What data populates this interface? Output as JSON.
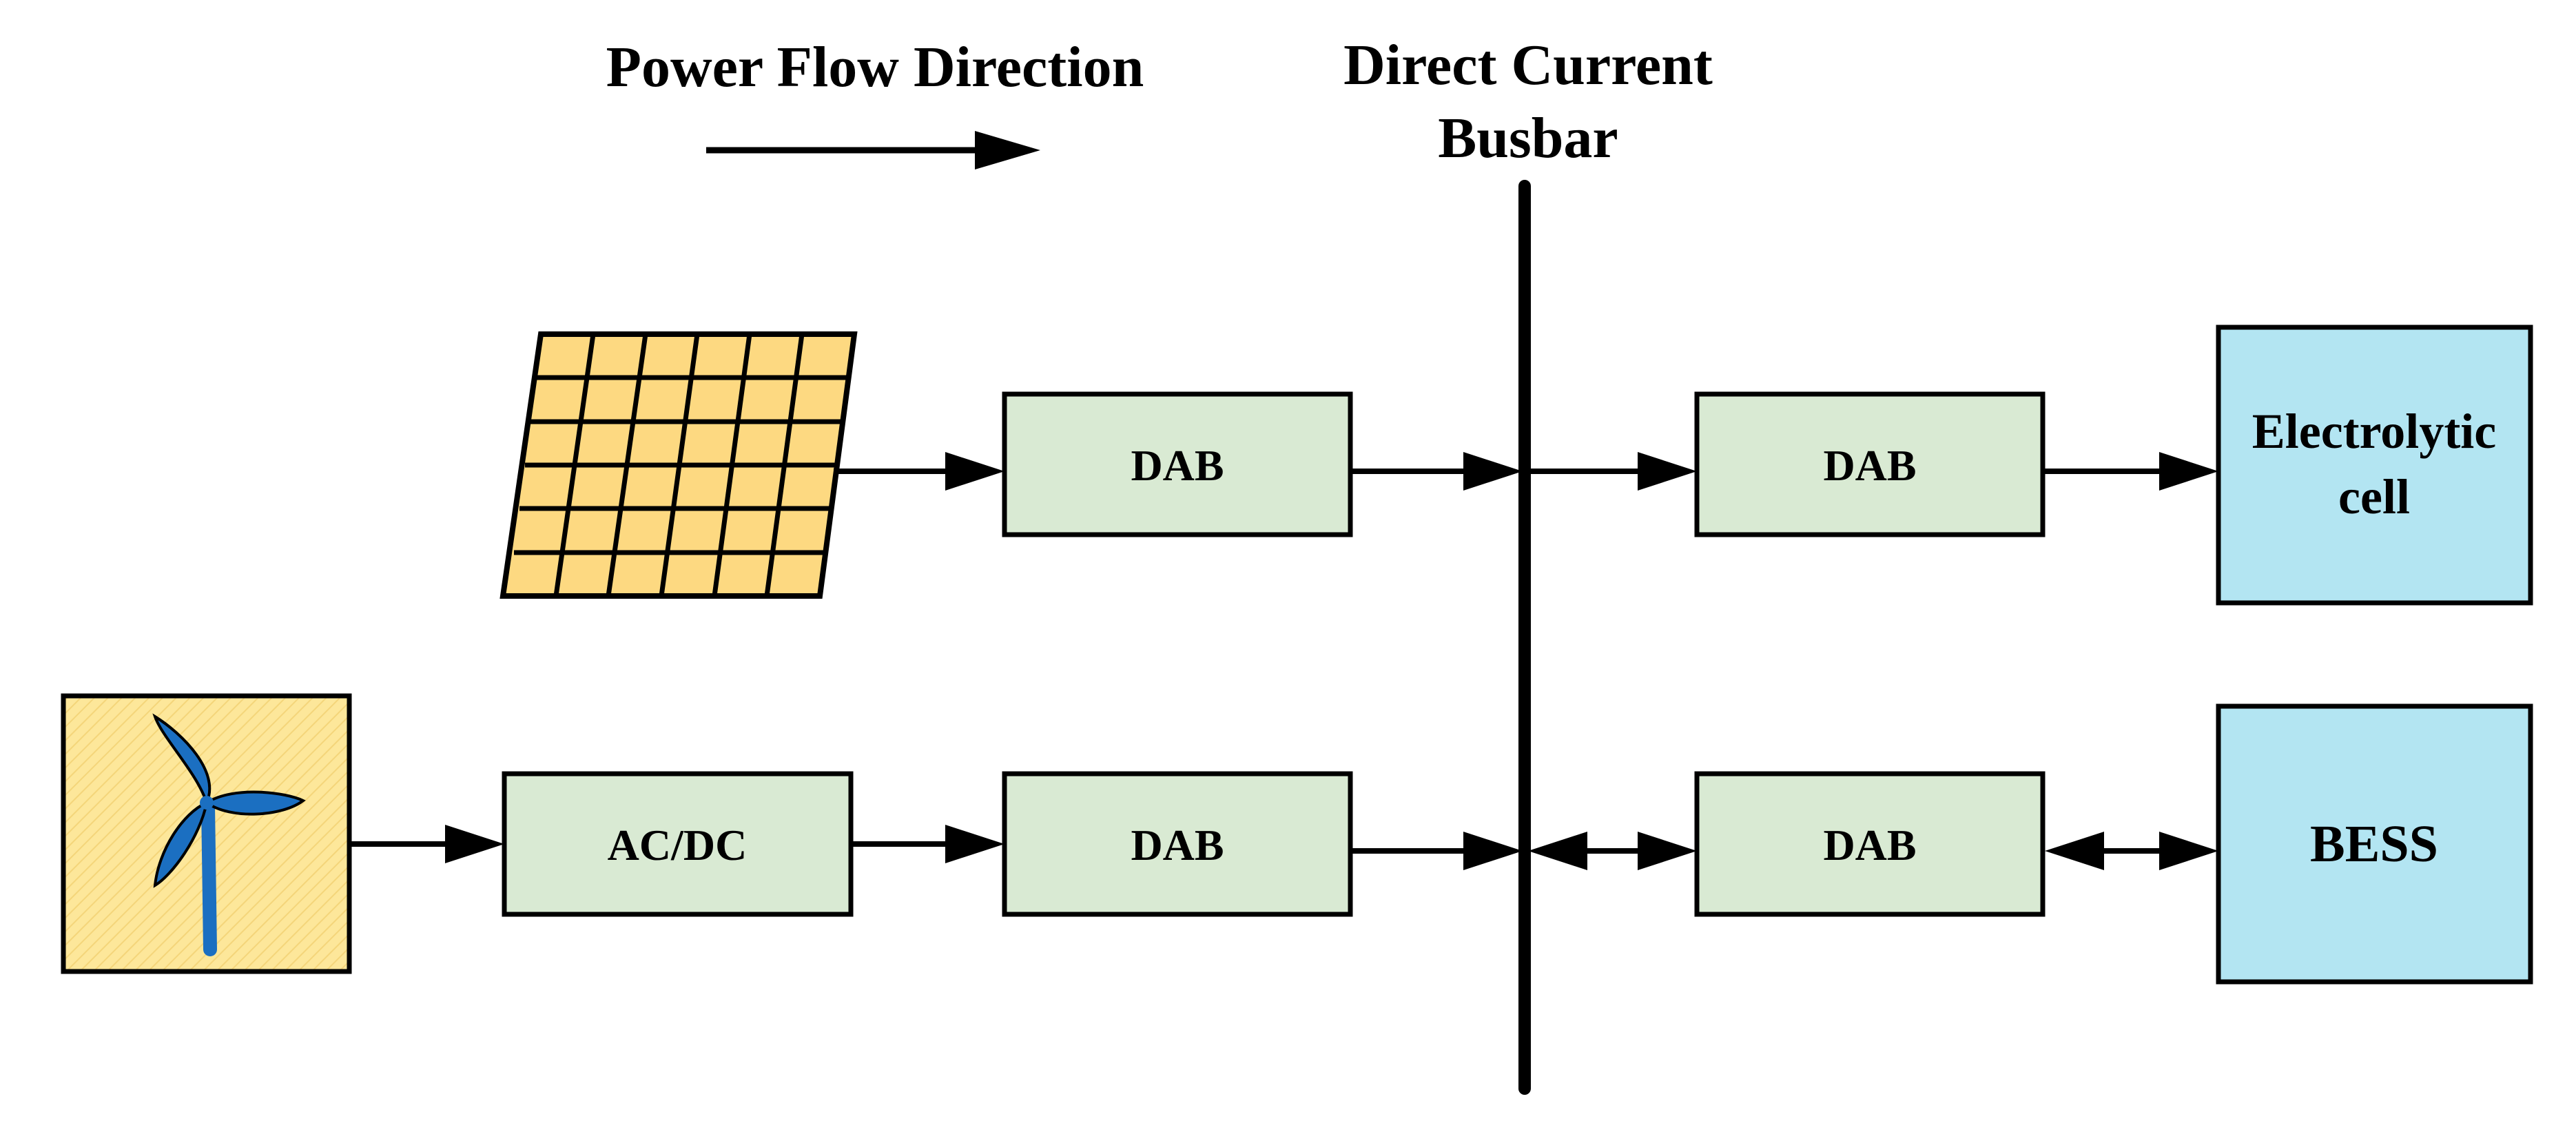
{
  "header": {
    "power_flow_label": "Power Flow Direction",
    "busbar_label_line1": "Direct Current",
    "busbar_label_line2": "Busbar"
  },
  "blocks": {
    "pv_dab": "DAB",
    "ac_dc": "AC/DC",
    "wind_dab": "DAB",
    "ec_dab": "DAB",
    "bess_dab": "DAB",
    "electrolytic_line1": "Electrolytic",
    "electrolytic_line2": "cell",
    "bess": "BESS"
  },
  "colors": {
    "converter_fill": "#d9ead3",
    "load_fill": "#b3e5f2",
    "source_fill": "#fde79a",
    "turbine_blade": "#1b6fc1",
    "line": "#000000"
  },
  "icons": {
    "pv": "solar-panel-icon",
    "wind": "wind-turbine-icon"
  }
}
